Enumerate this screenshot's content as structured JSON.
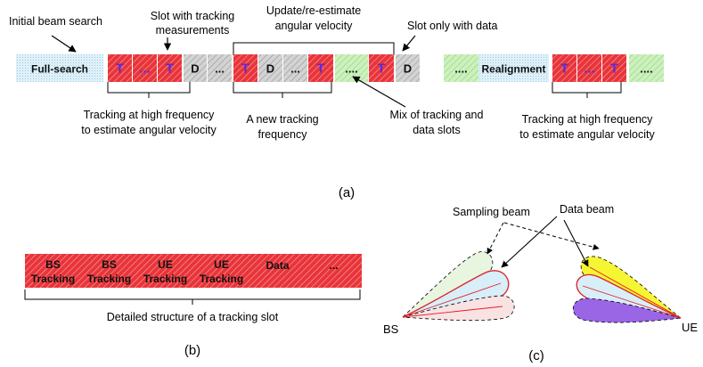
{
  "panel_a": {
    "annotations": {
      "initial_beam_search": "Initial beam search",
      "slot_tracking_line1": "Slot with tracking",
      "slot_tracking_line2": "measurements",
      "update_line1": "Update/re-estimate",
      "update_line2": "angular velocity",
      "slot_data_only": "Slot only with data",
      "tracking_high1_line1": "Tracking at high frequency",
      "tracking_high1_line2": "to estimate angular velocity",
      "new_freq_line1": "A new tracking",
      "new_freq_line2": "frequency",
      "mix_line1": "Mix of tracking and",
      "mix_line2": "data slots",
      "tracking_high2_line1": "Tracking at high frequency",
      "tracking_high2_line2": "to estimate angular velocity"
    },
    "slots": [
      {
        "label": "Full-search",
        "kind": "search"
      },
      {
        "label": "T",
        "kind": "tracking"
      },
      {
        "label": "...",
        "kind": "tracking"
      },
      {
        "label": "T",
        "kind": "tracking"
      },
      {
        "label": "D",
        "kind": "data"
      },
      {
        "label": "...",
        "kind": "data"
      },
      {
        "label": "T",
        "kind": "tracking"
      },
      {
        "label": "D",
        "kind": "data"
      },
      {
        "label": "...",
        "kind": "data"
      },
      {
        "label": "T",
        "kind": "tracking"
      },
      {
        "label": "....",
        "kind": "mixed"
      },
      {
        "label": "T",
        "kind": "tracking"
      },
      {
        "label": "D",
        "kind": "data"
      },
      {
        "label": "....",
        "kind": "mixed"
      },
      {
        "label": "Realignment",
        "kind": "search"
      },
      {
        "label": "T",
        "kind": "tracking"
      },
      {
        "label": "...",
        "kind": "tracking"
      },
      {
        "label": "T",
        "kind": "tracking"
      },
      {
        "label": "....",
        "kind": "mixed"
      }
    ],
    "caption": "(a)"
  },
  "panel_b": {
    "slots": [
      {
        "line1": "BS",
        "line2": "Tracking"
      },
      {
        "line1": "BS",
        "line2": "Tracking"
      },
      {
        "line1": "UE",
        "line2": "Tracking"
      },
      {
        "line1": "UE",
        "line2": "Tracking"
      },
      {
        "line1": "Data",
        "line2": ""
      },
      {
        "line1": "...",
        "line2": ""
      }
    ],
    "brace_label": "Detailed structure of a tracking slot",
    "caption": "(b)"
  },
  "panel_c": {
    "sampling_beam": "Sampling beam",
    "data_beam": "Data beam",
    "bs": "BS",
    "ue": "UE",
    "caption": "(c)"
  },
  "colors": {
    "tracking": "#e8343a",
    "tracking_letter": "#5b2bd6",
    "data_slot": "#c9c9c9",
    "mixed": "#b5e6a2",
    "search": "#cfe8f5",
    "beam_yellow": "#f5f534",
    "beam_purple": "#9a66e6",
    "beam_green": "#e8f6e0",
    "beam_blue": "#d8eef8",
    "beam_pink": "#f9e2e2"
  }
}
